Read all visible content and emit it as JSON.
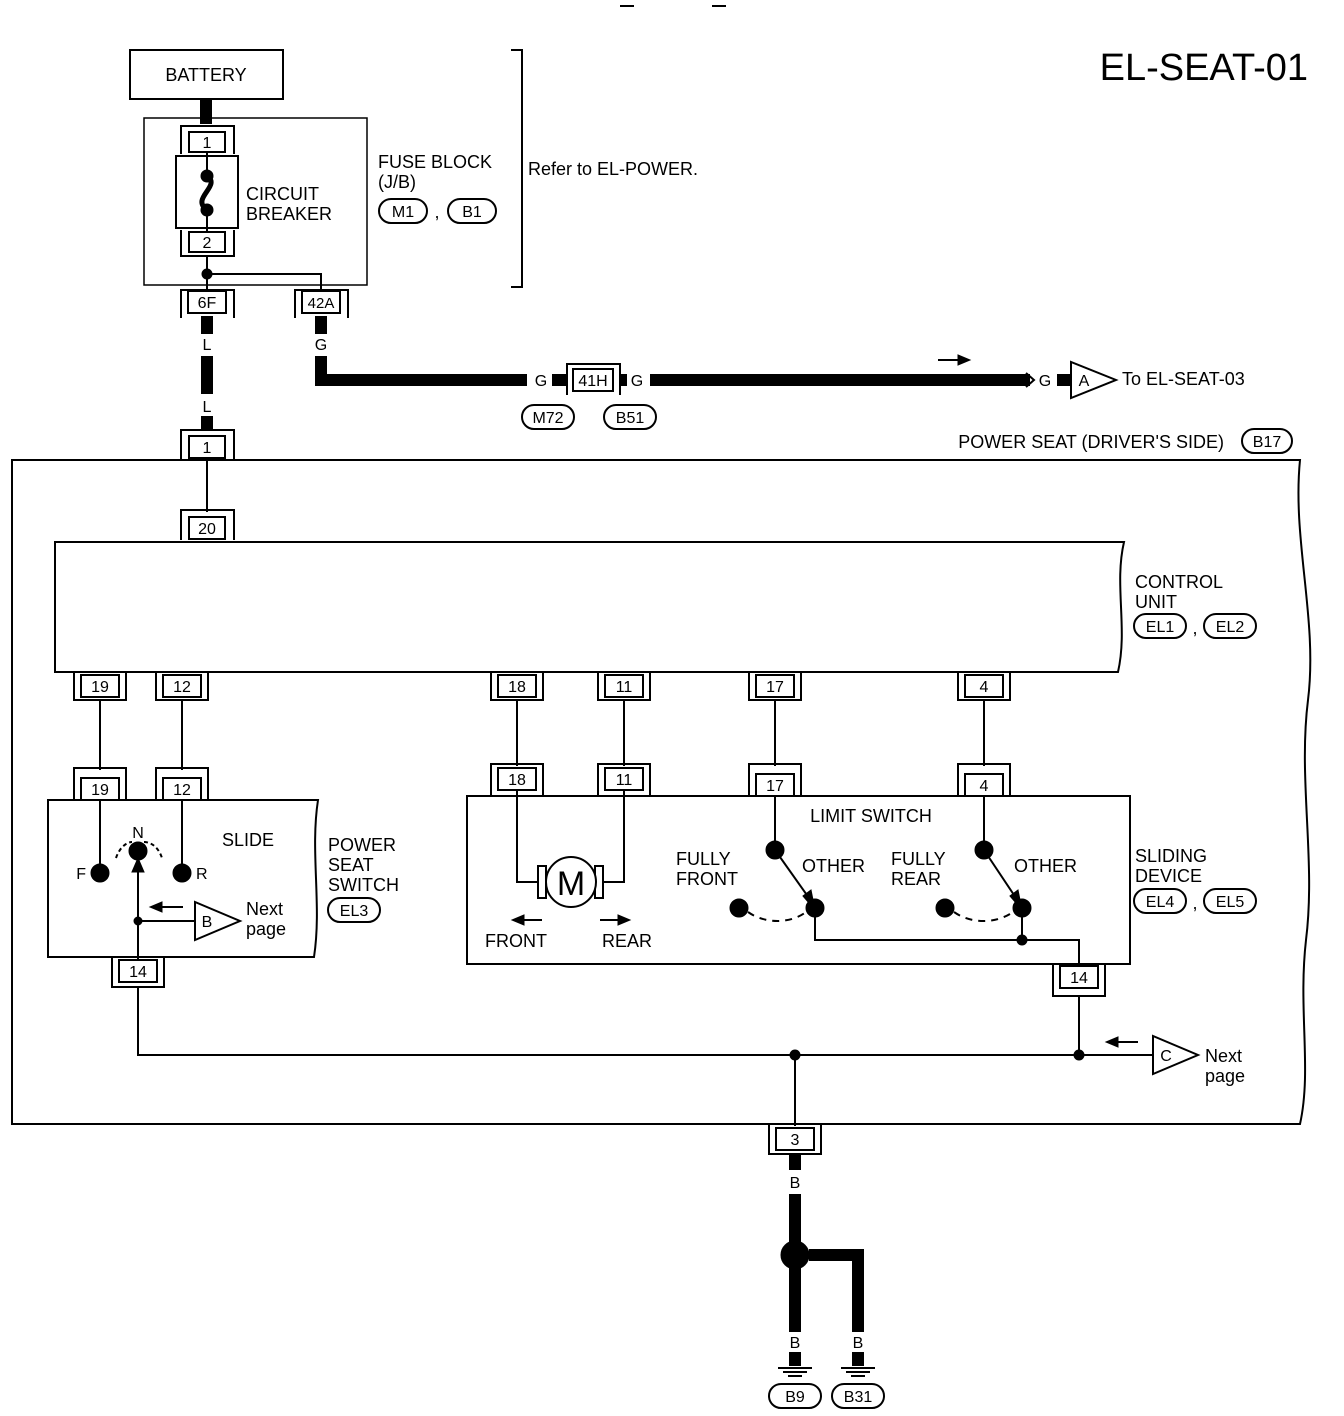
{
  "title": "EL-SEAT-01",
  "battery": {
    "label": "BATTERY"
  },
  "circuit_breaker": {
    "label_line1": "CIRCUIT",
    "label_line2": "BREAKER",
    "pin_top": "1",
    "pin_bottom": "2"
  },
  "fuse_block": {
    "label_line1": "FUSE BLOCK",
    "label_line2": "(J/B)",
    "connectors": [
      "M1",
      "B1"
    ],
    "separator": ",",
    "refer": "Refer to EL-POWER.",
    "pin_6f": "6F",
    "pin_42a": "42A"
  },
  "wires": {
    "l_top": "L",
    "l_bottom": "L",
    "g_out": "G",
    "g_left": "G",
    "g_right": "G",
    "g_end": "G",
    "b_main": "B",
    "b_left": "B",
    "b_right": "B"
  },
  "joint_connector": {
    "pin": "41H",
    "left": "M72",
    "right": "B51"
  },
  "to_seat03": {
    "marker": "A",
    "text": "To EL-SEAT-03"
  },
  "power_seat": {
    "label": "POWER SEAT (DRIVER'S SIDE)",
    "connector": "B17",
    "pin_in": "1",
    "pin_ground": "3"
  },
  "control_unit": {
    "label_line1": "CONTROL",
    "label_line2": "UNIT",
    "connectors": [
      "EL1",
      "EL2"
    ],
    "pin_in": "20",
    "pins_bottom": [
      "19",
      "12",
      "18",
      "11",
      "17",
      "4"
    ]
  },
  "power_seat_switch": {
    "title": "SLIDE",
    "label_line1": "POWER",
    "label_line2": "SEAT",
    "label_line3": "SWITCH",
    "connector": "EL3",
    "pins_top": [
      "19",
      "12"
    ],
    "pin_bottom": "14",
    "pos_n": "N",
    "pos_f": "F",
    "pos_r": "R",
    "marker": "B",
    "next_line1": "Next",
    "next_line2": "page"
  },
  "sliding_device": {
    "label_line1": "SLIDING",
    "label_line2": "DEVICE",
    "connectors": [
      "EL4",
      "EL5"
    ],
    "pins_top": [
      "18",
      "11",
      "17",
      "4"
    ],
    "pin_bottom": "14",
    "motor": "M",
    "front": "FRONT",
    "rear": "REAR",
    "limit_switch": "LIMIT SWITCH",
    "fully_front_line1": "FULLY",
    "fully_front_line2": "FRONT",
    "fully_rear_line1": "FULLY",
    "fully_rear_line2": "REAR",
    "other_1": "OTHER",
    "other_2": "OTHER"
  },
  "next_page_c": {
    "marker": "C",
    "line1": "Next",
    "line2": "page"
  },
  "grounds": [
    "B9",
    "B31"
  ]
}
